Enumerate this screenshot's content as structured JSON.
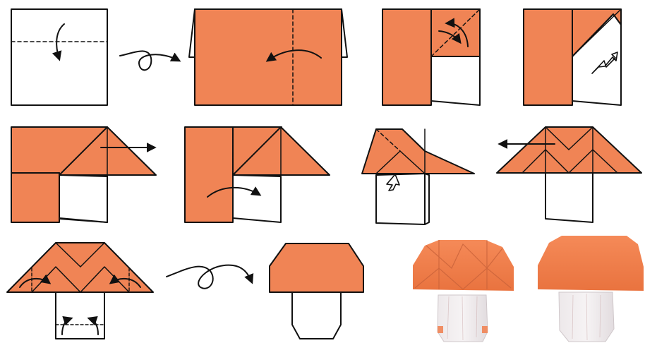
{
  "figure": {
    "kind": "origami-mushroom-folding-instructions",
    "total_steps": 11,
    "photo_count": 2,
    "colors": {
      "paper_front": "#F08455",
      "paper_back": "#FFFFFF",
      "line": "#111111",
      "photo_cap": "#F0804E",
      "photo_stem": "#E9E4E6"
    },
    "symbols": [
      "fold-line-dashed",
      "fold-arrow",
      "turn-over-arrow",
      "open-and-squash-arrow",
      "pull-arrow"
    ]
  }
}
